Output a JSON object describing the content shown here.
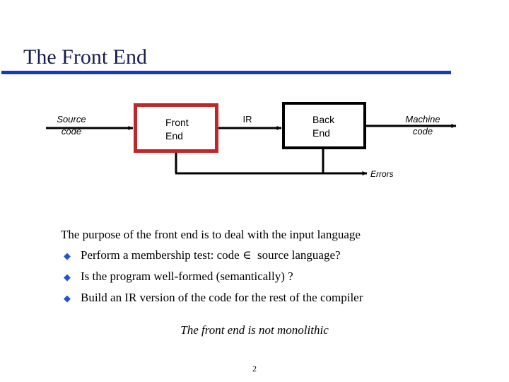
{
  "slide": {
    "title": "The Front End",
    "page_number": "2",
    "rule_color": "#1438C8",
    "title_color": "#161B4E"
  },
  "diagram": {
    "boxes": [
      {
        "id": "front-end",
        "label": "Front\nEnd",
        "border_color": "#C0262B"
      },
      {
        "id": "back-end",
        "label": "Back\nEnd",
        "border_color": "#000000"
      }
    ],
    "labels": [
      {
        "id": "source-code",
        "text": "Source\ncode",
        "style": "italic"
      },
      {
        "id": "ir",
        "text": "IR",
        "style": "normal"
      },
      {
        "id": "machine-code",
        "text": "Machine\ncode",
        "style": "italic"
      },
      {
        "id": "errors",
        "text": "Errors",
        "style": "italic"
      }
    ]
  },
  "body": {
    "lead": "The purpose of the front end is to deal with the input language",
    "bullet_marker": "◆",
    "bullet_color": "#2255CC",
    "bullets": [
      "Perform a membership test: code ∈  source language?",
      "Is the program well-formed (semantically) ?",
      "Build an IR version of the code for the rest of the compiler"
    ]
  },
  "footer": {
    "caption": "The front end is not monolithic"
  }
}
